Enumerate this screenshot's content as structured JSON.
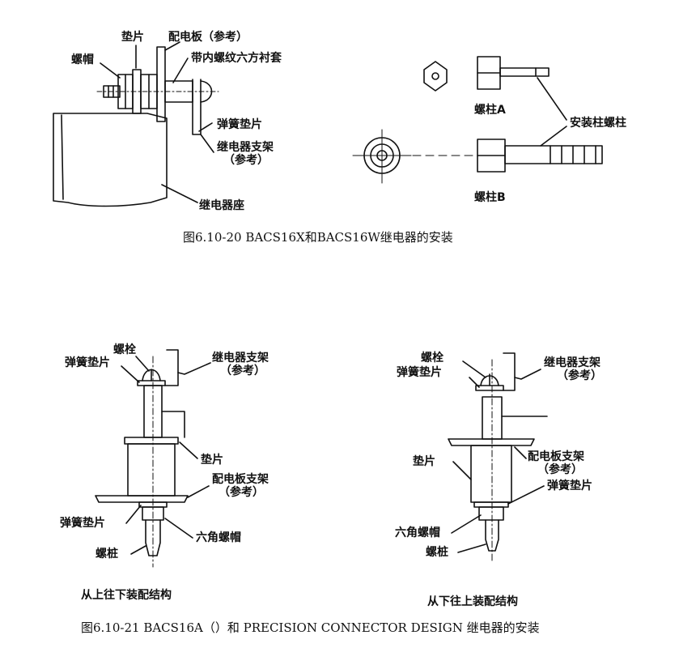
{
  "figure1": {
    "left": {
      "pad": "垫片",
      "distribution_board": "配电板（参考）",
      "nut": "螺帽",
      "hex_bushing": "带内螺纹六方衬套",
      "spring_washer": "弹簧垫片",
      "relay_bracket": "继电器支架",
      "relay_bracket_ref": "（参考）",
      "relay_base": "继电器座"
    },
    "right": {
      "stud_a": "螺柱A",
      "mount_stud": "安装柱螺柱",
      "stud_b": "螺柱B"
    },
    "caption": "图6.10-20 BACS16X和BACS16W继电器的安装"
  },
  "figure2": {
    "left": {
      "bolt": "螺栓",
      "spring_washer_top": "弹簧垫片",
      "relay_bracket": "继电器支架",
      "relay_bracket_ref": "（参考）",
      "pad": "垫片",
      "board_bracket": "配电板支架",
      "board_bracket_ref": "（参考）",
      "spring_washer_bottom": "弹簧垫片",
      "hex_nut": "六角螺帽",
      "stud": "螺桩",
      "subtitle": "从上往下装配结构"
    },
    "right": {
      "bolt": "螺栓",
      "spring_washer_top": "弹簧垫片",
      "relay_bracket": "继电器支架",
      "relay_bracket_ref": "（参考）",
      "pad": "垫片",
      "board_bracket": "配电板支架",
      "board_bracket_ref": "（参考）",
      "spring_washer_bottom": "弹簧垫片",
      "hex_nut": "六角螺帽",
      "stud": "螺桩",
      "subtitle": "从下往上装配结构"
    },
    "caption": "图6.10-21 BACS16A（）和 PRECISION CONNECTOR DESIGN 继电器的安装"
  }
}
